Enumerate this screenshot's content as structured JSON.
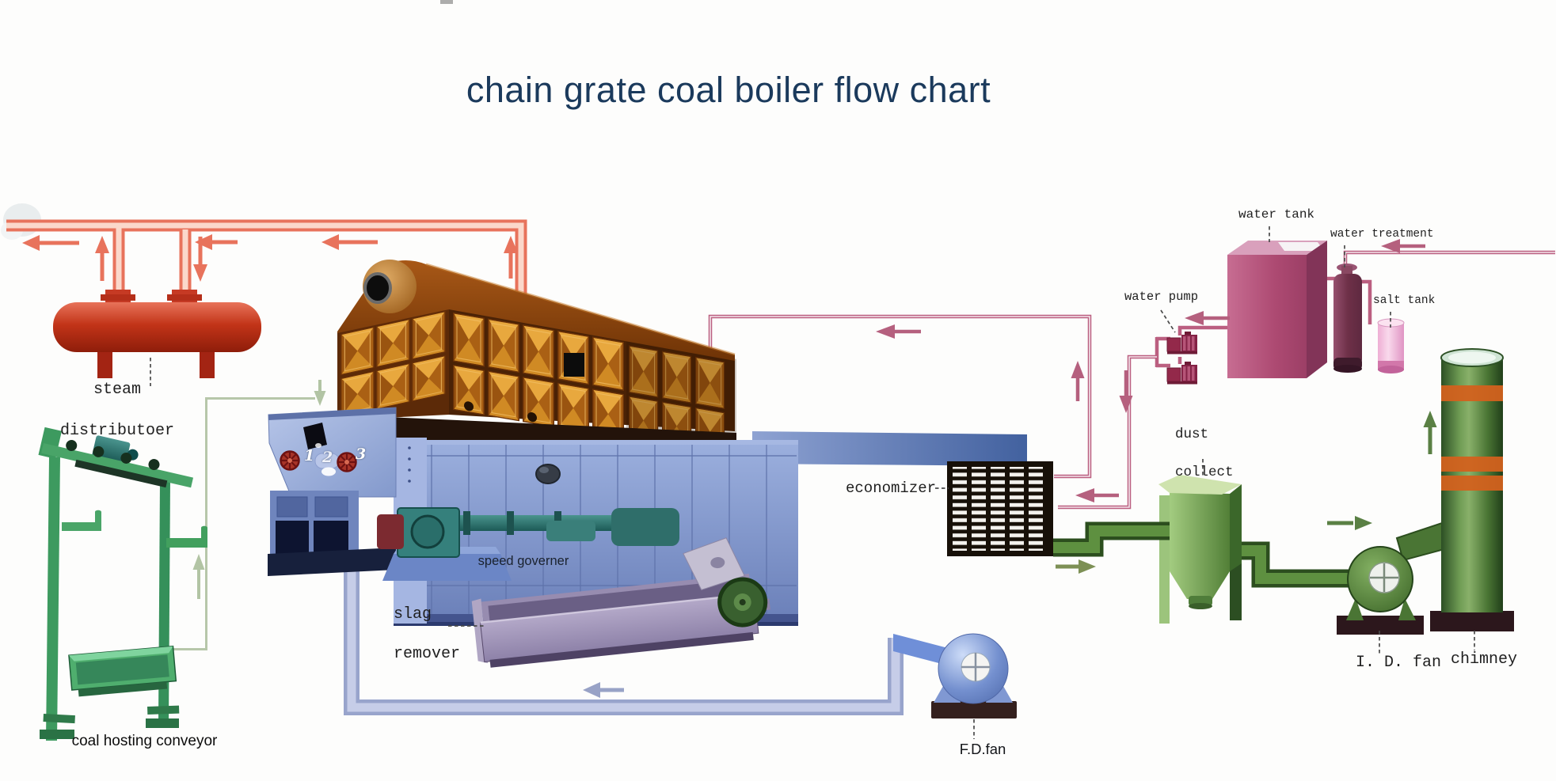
{
  "title": "chain grate coal boiler flow chart",
  "labels": {
    "steam_distributor_1": "steam",
    "steam_distributor_2": "distributoer",
    "coal_conveyor": "coal hosting conveyor",
    "speed_governor": "speed governer",
    "slag_remover_1": "slag",
    "slag_remover_2": "remover",
    "fd_fan": "F.D.fan",
    "economizer": "economizer",
    "dust_collector_1": "dust",
    "dust_collector_2": "collect",
    "id_fan": "I. D. fan",
    "chimney": "chimney",
    "water_pump": "water pump",
    "water_tank": "water tank",
    "water_treatment": "water treatment",
    "salt_tank": "salt tank"
  },
  "valve_numbers": {
    "v1": "1",
    "v2": "2",
    "v3": "3"
  },
  "colors": {
    "title_text": "#1b3a5c",
    "label_text": "#1f1f1f",
    "steam_pipe": "#e8735c",
    "steam_distributor_red": "#c03420",
    "feedwater_pipe_pink": "#bb5f80",
    "flue_duct_green": "#5e9040",
    "air_duct_lavender": "#aab4d8",
    "coal_line_sage": "#b7c7aa",
    "boiler_panel_orange": "#c8801e",
    "boiler_body_blue": "#8196c8",
    "conveyor_green": "#3d9a5f",
    "water_tank_pink": "#b5537b",
    "salt_tank_pink": "#f2bcda",
    "economizer_black": "#171008",
    "chimney_green": "#57853f",
    "chimney_band_orange": "#d2611e",
    "fd_fan_blue": "#7d97d6"
  },
  "flow_lines": [
    {
      "name": "steam",
      "color": "#e8735c"
    },
    {
      "name": "feed water",
      "color": "#bb5f80"
    },
    {
      "name": "flue gas",
      "color": "#5e9040"
    },
    {
      "name": "forced draft air",
      "color": "#aab4d8"
    },
    {
      "name": "coal",
      "color": "#b7c7aa"
    }
  ]
}
